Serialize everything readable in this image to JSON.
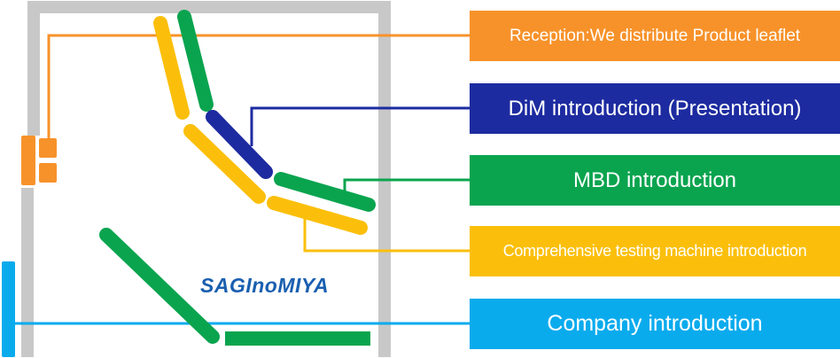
{
  "colors": {
    "wall": "#c8c8c8",
    "orange": "#f7922a",
    "navy": "#1d2ba0",
    "green": "#0aa44f",
    "yellow": "#fbbf0b",
    "cyan": "#0aabed",
    "logo": "#1a5fb0"
  },
  "logo": {
    "text": "SAGInoMIYA"
  },
  "labels": {
    "reception": {
      "text": "Reception:We distribute Product leaflet",
      "color": "#f7922a"
    },
    "dim": {
      "text": "DiM introduction (Presentation)",
      "color": "#1d2ba0"
    },
    "mbd": {
      "text": "MBD introduction",
      "color": "#0aa44f"
    },
    "testing": {
      "text": "Comprehensive testing machine introduction",
      "color": "#fbbf0b"
    },
    "company": {
      "text": "Company introduction",
      "color": "#0aabed"
    }
  }
}
